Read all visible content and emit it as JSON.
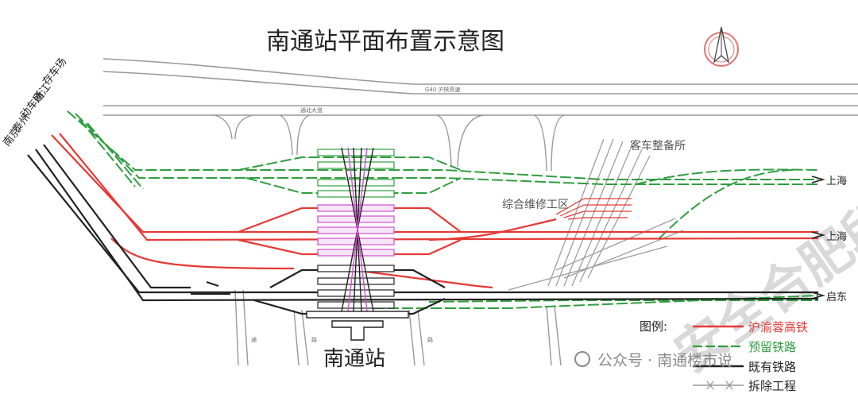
{
  "title": "南通站平面布置示意图",
  "station_name": "南通站",
  "highway_label": "G40 沪陕高速",
  "road_label": "通北大道",
  "left_destinations": [
    "存车场",
    "通江",
    "动车所",
    "泰州",
    "南京"
  ],
  "right_destinations": [
    "上海",
    "上海",
    "启东"
  ],
  "areas": {
    "coach_yard": "客车整备所",
    "maintenance": "综合维修工区"
  },
  "roads_vertical": [
    "通",
    "路",
    "路"
  ],
  "legend": {
    "title": "图例:",
    "items": [
      {
        "label": "沪渝蓉高铁",
        "color": "#e53935"
      },
      {
        "label": "预留铁路",
        "color": "#2e9e3e"
      },
      {
        "label": "既有铁路",
        "color": "#222222"
      },
      {
        "label": "拆除工程",
        "color": "#999999"
      }
    ]
  },
  "watermark": {
    "text": "公众号 · 南通楼市说",
    "big": "安全合肥段"
  },
  "colors": {
    "highspeed": "#e53935",
    "reserved": "#2e9e3e",
    "existing": "#222222",
    "removed": "#999999",
    "platform": "#d04fd0"
  }
}
